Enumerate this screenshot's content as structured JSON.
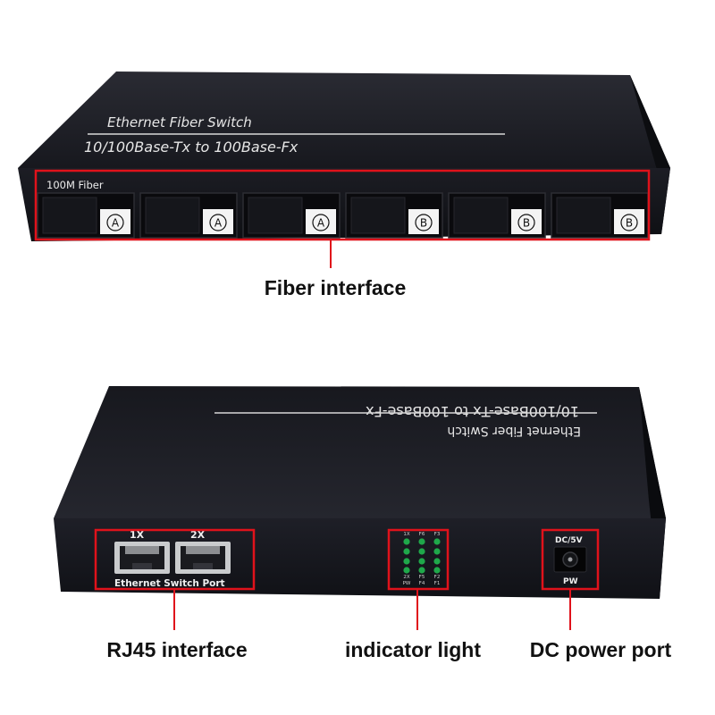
{
  "top_device": {
    "title": "Ethernet Fiber Switch",
    "subtitle": "10/100Base-Tx to 100Base-Fx",
    "port_group_label": "100M Fiber",
    "fiber_ports": [
      {
        "tag": "A"
      },
      {
        "tag": "A"
      },
      {
        "tag": "A"
      },
      {
        "tag": "B"
      },
      {
        "tag": "B"
      },
      {
        "tag": "B"
      }
    ]
  },
  "bottom_device": {
    "title": "Ethernet Fiber Switch",
    "subtitle": "10/100Base-Tx to 100Base-Fx",
    "rj45_ports": [
      {
        "label": "1X"
      },
      {
        "label": "2X"
      }
    ],
    "rj45_caption": "Ethernet Switch Port",
    "led_rows": [
      [
        "1X",
        "F6",
        "F3"
      ],
      [
        "2X",
        "F5",
        "F2"
      ],
      [
        "PW",
        "F4",
        "F1"
      ]
    ],
    "power_label_top": "DC/5V",
    "power_label_bottom": "PW"
  },
  "callouts": {
    "fiber": "Fiber interface",
    "rj45": "RJ45 interface",
    "indicator": "indicator light",
    "power": "DC power port"
  },
  "colors": {
    "highlight": "#e0121b",
    "device_body": "#1b1c24",
    "led_green": "#1fa84a"
  }
}
